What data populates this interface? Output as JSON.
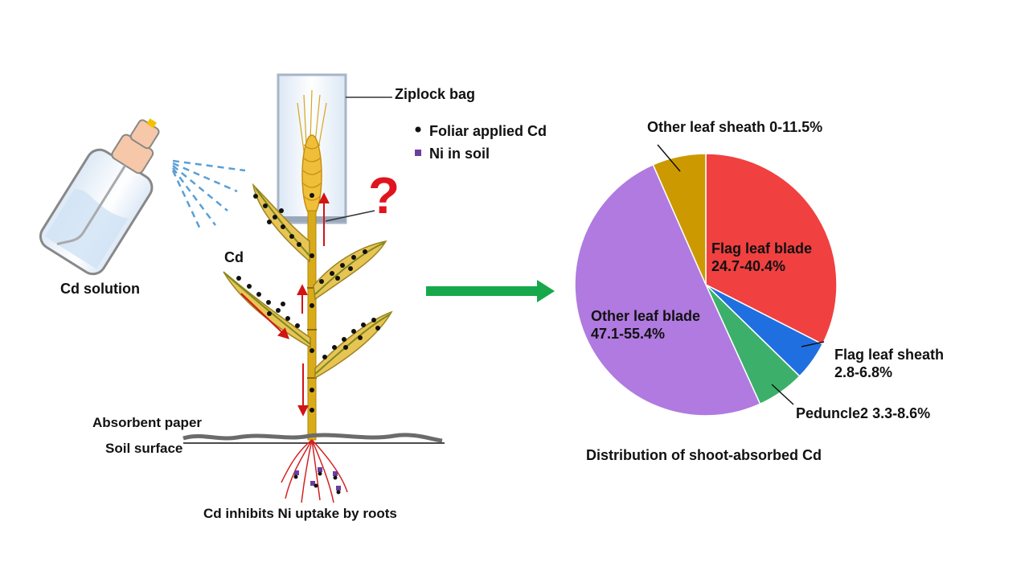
{
  "labels": {
    "cd_solution": "Cd solution",
    "ziplock_bag": "Ziplock bag",
    "legend_foliar": "Foliar applied Cd",
    "legend_ni": "Ni in soil",
    "cd": "Cd",
    "question_mark": "?",
    "absorbent_paper": "Absorbent paper",
    "soil_surface": "Soil surface",
    "cd_inhibits": "Cd inhibits Ni uptake by roots",
    "pie_caption": "Distribution of shoot-absorbed Cd"
  },
  "colors": {
    "red_arrow": "#d21414",
    "green_arrow": "#16a84a",
    "cd_dot": "#111111",
    "ni_marker": "#6a3fa0",
    "leaf": "#e6c24a",
    "stem": "#d4a514",
    "mist": "#5b9fd4",
    "root": "#d42020"
  },
  "chart_data": {
    "type": "pie",
    "title": "Distribution of shoot-absorbed Cd",
    "slices": [
      {
        "name": "Flag leaf blade",
        "range": "24.7-40.4%",
        "value": 32.5,
        "color": "#f04040"
      },
      {
        "name": "Flag leaf sheath",
        "range": "2.8-6.8%",
        "value": 4.8,
        "color": "#1f6fe0"
      },
      {
        "name": "Peduncle2",
        "range": "3.3-8.6%",
        "value": 5.9,
        "color": "#3cb06a"
      },
      {
        "name": "Other leaf blade",
        "range": "47.1-55.4%",
        "value": 50.2,
        "color": "#b07ae0"
      },
      {
        "name": "Other leaf sheath",
        "range": "0-11.5%",
        "value": 6.6,
        "color": "#cc9900"
      }
    ]
  }
}
